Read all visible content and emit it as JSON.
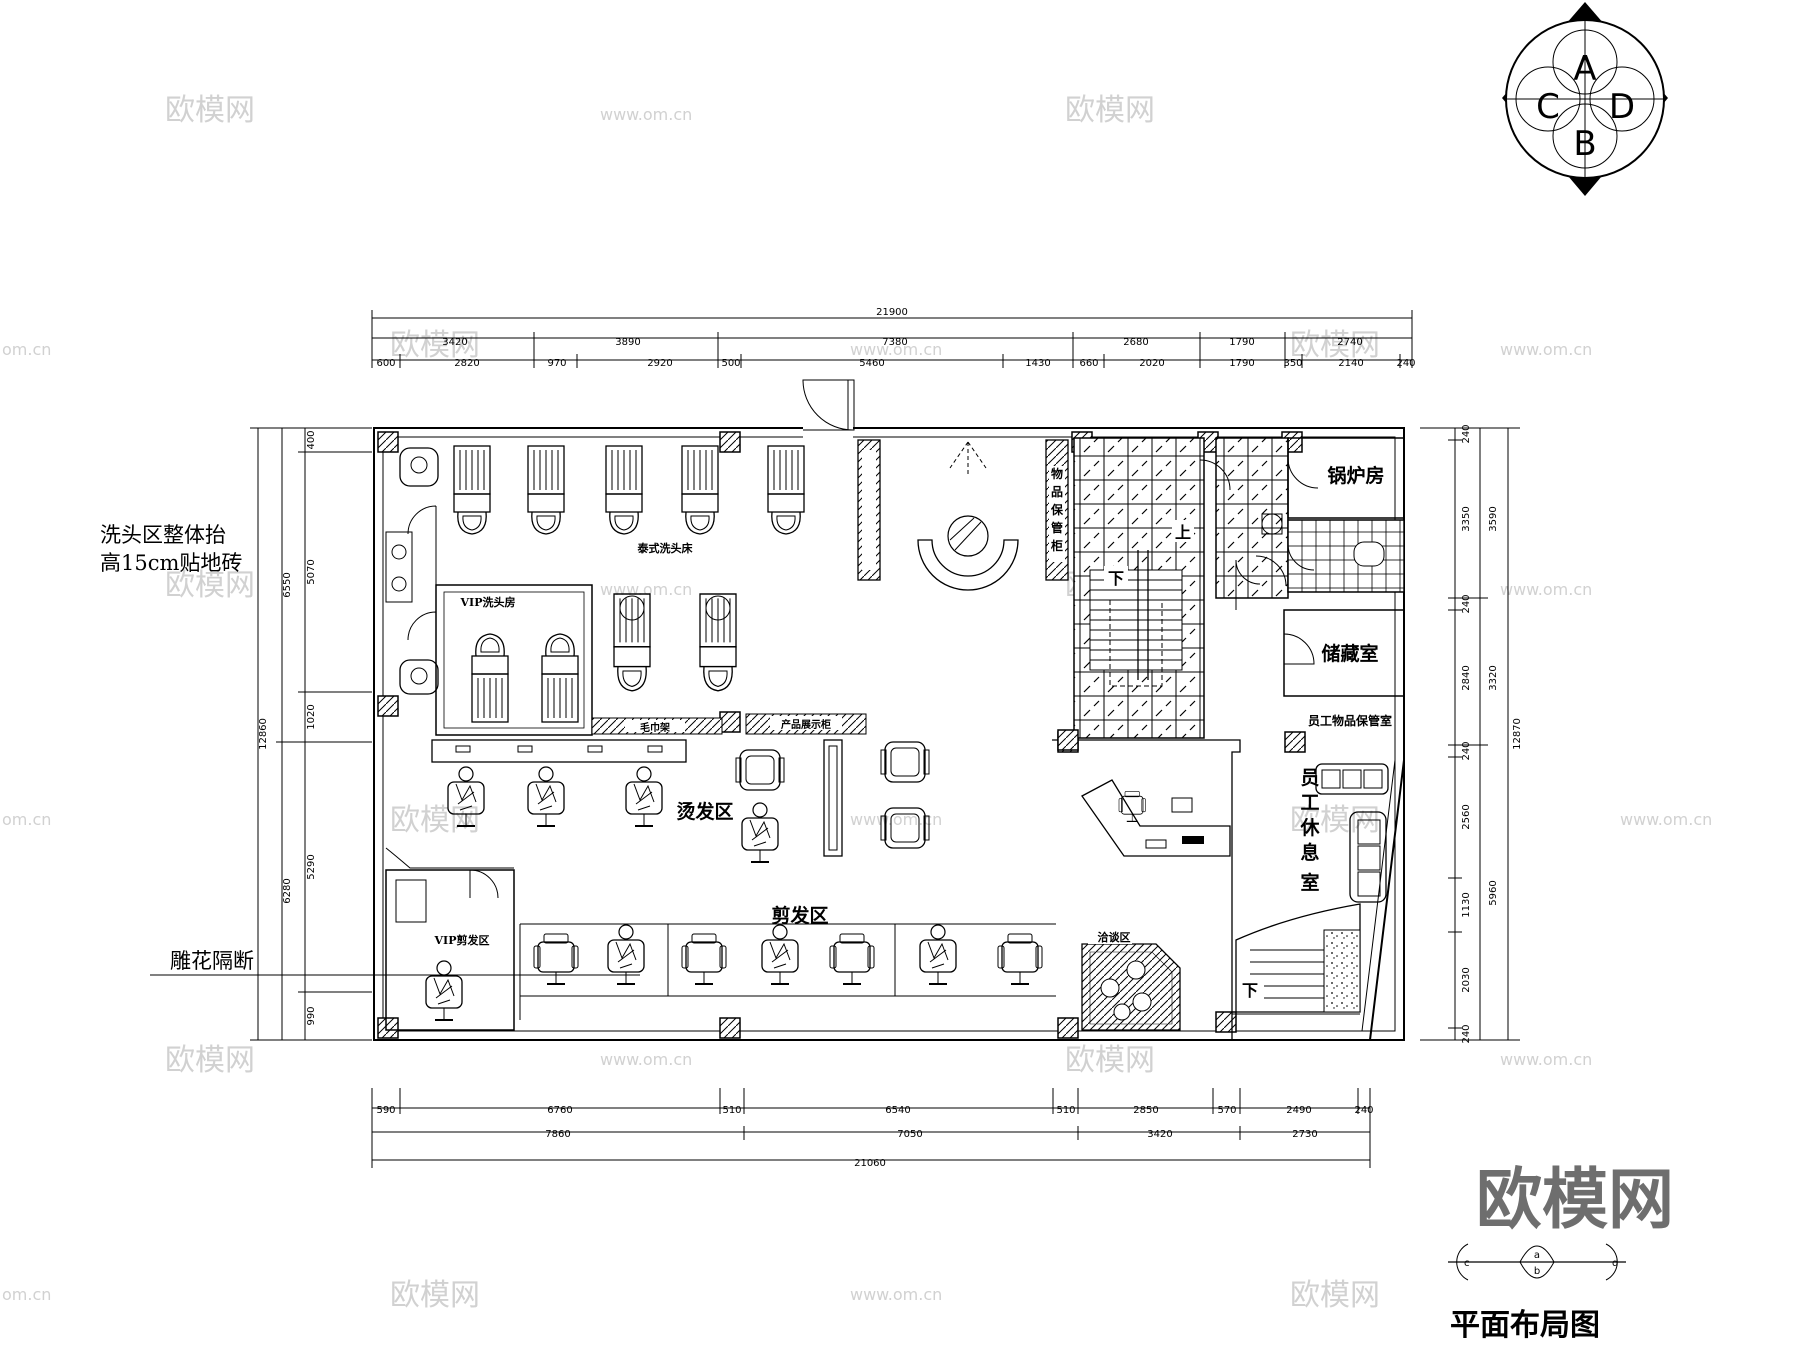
{
  "title": "平面布局图",
  "brand": "欧模网",
  "notes": {
    "wash_raise_1": "洗头区整体抬",
    "wash_raise_2": "高15cm贴地砖",
    "carved_partition": "雕花隔断"
  },
  "rooms": {
    "thai_wash_bed": "泰式洗头床",
    "vip_wash": "VIP洗头房",
    "perm_area": "烫发区",
    "cut_area": "剪发区",
    "vip_cut": "VIP剪发区",
    "boiler_room": "锅炉房",
    "storage": "储藏室",
    "staff_locker": "员工物品保管室",
    "staff_rest": [
      "员",
      "工",
      "休",
      "息",
      "室"
    ],
    "talk_area": "洽谈区",
    "towel_shelf": "毛巾架",
    "product_display": "产品展示柜",
    "item_cabinet": [
      "物",
      "品",
      "保",
      "管",
      "柜"
    ],
    "stair_up": "上",
    "stair_down": "下",
    "stair_down_2": "下"
  },
  "compass": {
    "letters": [
      "A",
      "B",
      "C",
      "D"
    ]
  },
  "legend": {
    "left": "c",
    "right": "d",
    "top": "a",
    "bottom": "b"
  },
  "dimensions": {
    "top_total": "21900",
    "top_row1": [
      "3420",
      "3890",
      "7380",
      "2680",
      "1790",
      "2740"
    ],
    "top_row2": [
      "600",
      "2820",
      "970",
      "2920",
      "500",
      "5460",
      "1430",
      "660",
      "2020",
      "1790",
      "350",
      "2140",
      "240"
    ],
    "bottom_row1": [
      "590",
      "6760",
      "510",
      "6540",
      "510",
      "2850",
      "570",
      "2490",
      "240"
    ],
    "bottom_row2": [
      "7860",
      "7050",
      "3420",
      "2730"
    ],
    "bottom_total": "21060",
    "left_inner": [
      "400",
      "5070",
      "1020",
      "5290",
      "990"
    ],
    "left_mid": [
      "6550",
      "6280"
    ],
    "left_total": "12860",
    "right_inner": [
      "240",
      "3350",
      "240",
      "2840",
      "240",
      "2560",
      "1130",
      "2030",
      "240"
    ],
    "right_mid": [
      "3590",
      "3320",
      "5960"
    ],
    "right_total": "12870"
  },
  "watermarks": {
    "logo": "欧模网",
    "url": "www.om.cn",
    "url_short": "om.cn"
  }
}
